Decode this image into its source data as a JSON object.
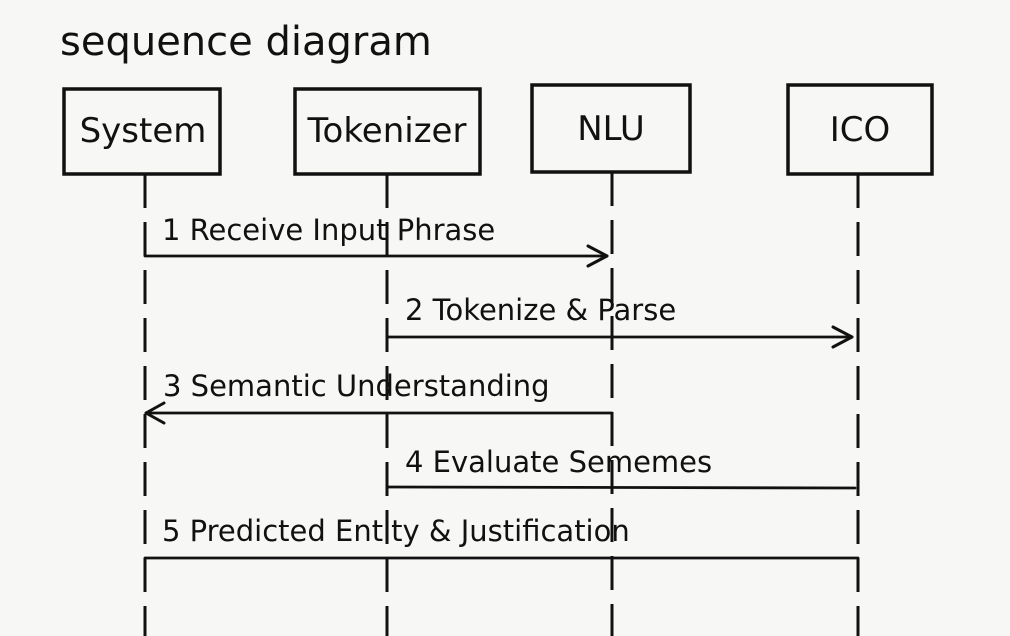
{
  "diagram": {
    "title": "sequence diagram",
    "type": "sequence",
    "participants": [
      {
        "id": "system",
        "label": "System"
      },
      {
        "id": "tokenizer",
        "label": "Tokenizer"
      },
      {
        "id": "nlu",
        "label": "NLU"
      },
      {
        "id": "ico",
        "label": "ICO"
      }
    ],
    "messages": [
      {
        "number": "1",
        "text": "1 Receive Input Phrase",
        "from": "system",
        "to": "nlu",
        "arrowhead": true
      },
      {
        "number": "2",
        "text": "2 Tokenize & Parse",
        "from": "tokenizer",
        "to": "ico",
        "arrowhead": true
      },
      {
        "number": "3",
        "text": "3 Semantic Understanding",
        "from": "nlu",
        "to": "system",
        "arrowhead": true
      },
      {
        "number": "4",
        "text": "4 Evaluate Sememes",
        "from": "tokenizer",
        "to": "ico",
        "arrowhead": false
      },
      {
        "number": "5",
        "text": "5 Predicted Entity & Justification",
        "from": "system",
        "to": "ico",
        "arrowhead": false
      }
    ],
    "colors": {
      "ink": "#111111",
      "paper": "#f7f7f5"
    }
  }
}
